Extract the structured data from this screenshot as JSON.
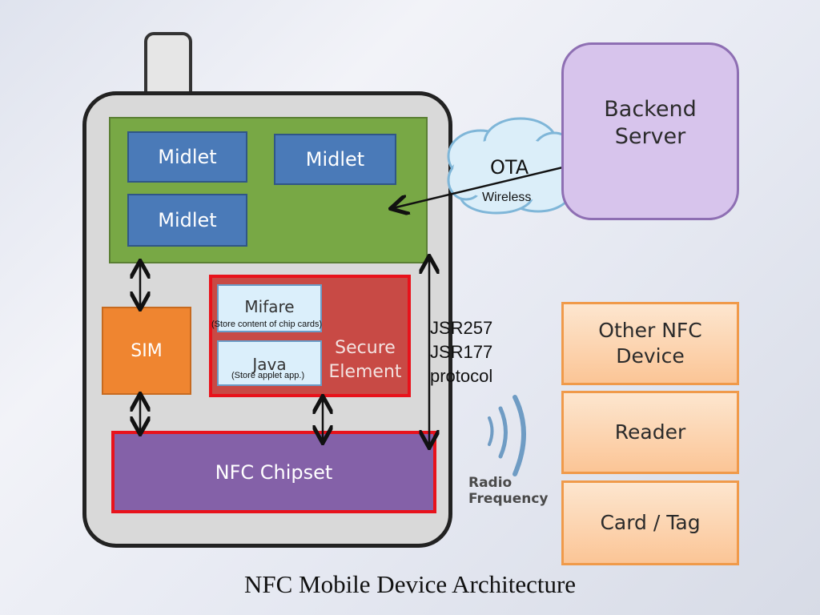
{
  "caption": "NFC Mobile Device Architecture",
  "phone": {
    "midlets": [
      "Midlet",
      "Midlet",
      "Midlet"
    ],
    "sim": "SIM",
    "secure_element": {
      "label_line1": "Secure",
      "label_line2": "Element",
      "mifare": "Mifare",
      "mifare_note": "(Store content of chip cards)",
      "java": "Java",
      "java_note": "(Store applet app.)"
    },
    "nfc_chipset": "NFC Chipset"
  },
  "protocol": {
    "line1": "JSR257",
    "line2": "JSR177",
    "line3": "protocol"
  },
  "ota": {
    "label": "OTA",
    "sublabel": "Wireless"
  },
  "backend": {
    "line1": "Backend",
    "line2": "Server"
  },
  "radio": {
    "line1": "Radio",
    "line2": "Frequency"
  },
  "nfc_targets": [
    {
      "line1": "Other NFC",
      "line2": "Device"
    },
    {
      "line1": "Reader",
      "line2": ""
    },
    {
      "line1": "Card / Tag",
      "line2": ""
    }
  ],
  "colors": {
    "app_area": "#78a845",
    "midlet": "#4a7ab8",
    "sim": "#ef8530",
    "secure_element": "#c84a45",
    "chipset": "#8461a8",
    "highlight_border": "#e8121b",
    "server": "#d7c4ec",
    "nfc_box": "#fbc596"
  }
}
